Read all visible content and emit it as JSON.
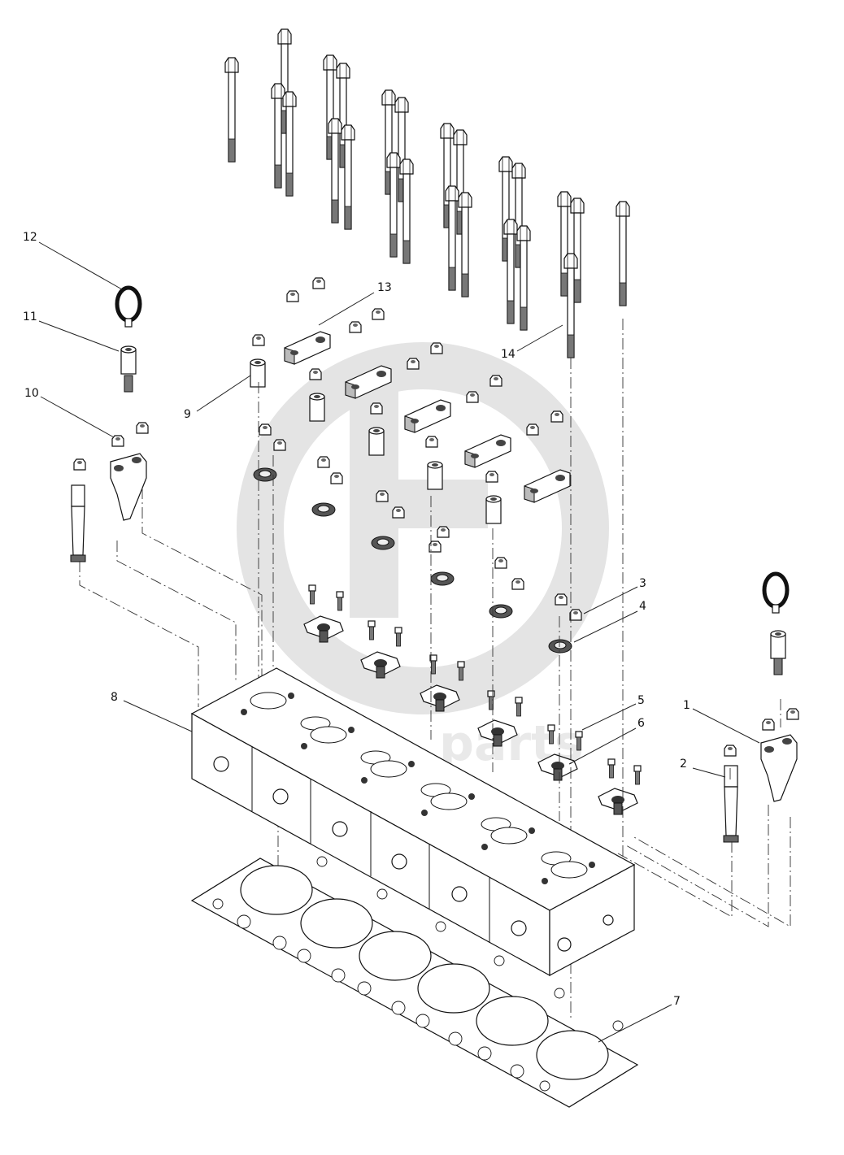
{
  "watermark": {
    "text": "parts",
    "color": "#dcdcdc"
  },
  "callouts": [
    {
      "id": "1",
      "label": "1"
    },
    {
      "id": "2",
      "label": "2"
    },
    {
      "id": "3",
      "label": "3"
    },
    {
      "id": "4",
      "label": "4"
    },
    {
      "id": "5",
      "label": "5"
    },
    {
      "id": "6",
      "label": "6"
    },
    {
      "id": "7",
      "label": "7"
    },
    {
      "id": "8",
      "label": "8"
    },
    {
      "id": "9",
      "label": "9"
    },
    {
      "id": "10",
      "label": "10"
    },
    {
      "id": "11",
      "label": "11"
    },
    {
      "id": "12",
      "label": "12"
    },
    {
      "id": "13",
      "label": "13"
    },
    {
      "id": "14",
      "label": "14"
    }
  ],
  "parts": [
    {
      "name": "cylinder-head-bolt",
      "icon": "bolt-icon"
    },
    {
      "name": "valve-bridge",
      "icon": "bridge-icon"
    },
    {
      "name": "spacer-sleeve",
      "icon": "sleeve-icon"
    },
    {
      "name": "nut",
      "icon": "nut-icon"
    },
    {
      "name": "lifting-eye",
      "icon": "lifting-eye-icon"
    },
    {
      "name": "injector-clamp",
      "icon": "clamp-icon"
    },
    {
      "name": "cylinder-head",
      "icon": "cylinder-head-icon"
    },
    {
      "name": "head-gasket",
      "icon": "gasket-icon"
    }
  ]
}
